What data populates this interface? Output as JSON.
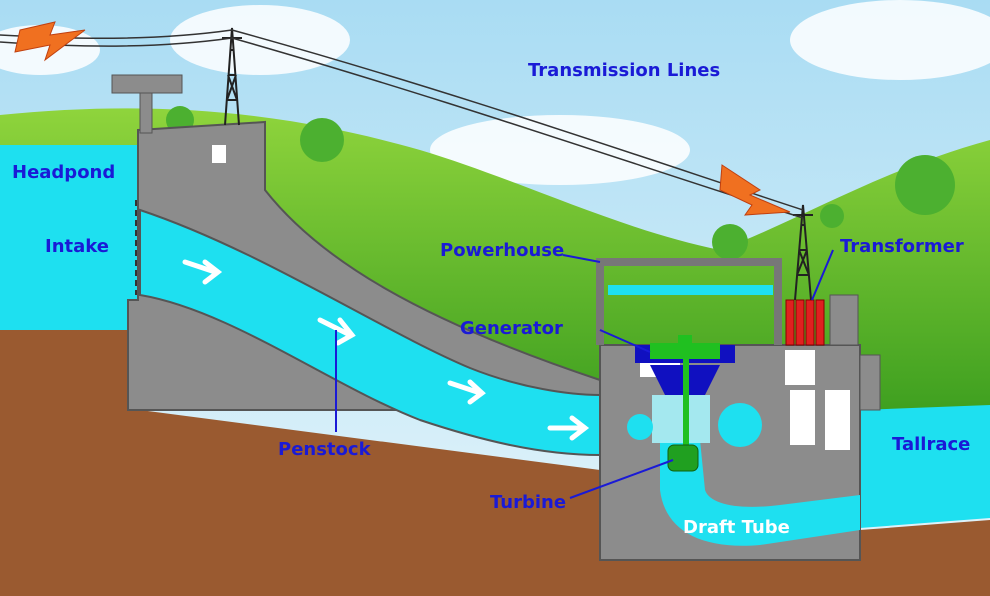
{
  "labels": {
    "transmission_lines": "Transmission Lines",
    "headpond": "Headpond",
    "intake": "Intake",
    "powerhouse": "Powerhouse",
    "transformer": "Transformer",
    "generator": "Generator",
    "penstock": "Penstock",
    "turbine": "Turbine",
    "draft_tube": "Draft Tube",
    "tailrace": "Tallrace"
  },
  "colors": {
    "water": "#1ee0f0",
    "concrete": "#8c8c8c",
    "ground": "#9a5a30",
    "grass": "#6cc030",
    "label": "#1a1ad6",
    "lightning": "#f07020",
    "transformer": "#e02020",
    "generator": "#20c020"
  }
}
